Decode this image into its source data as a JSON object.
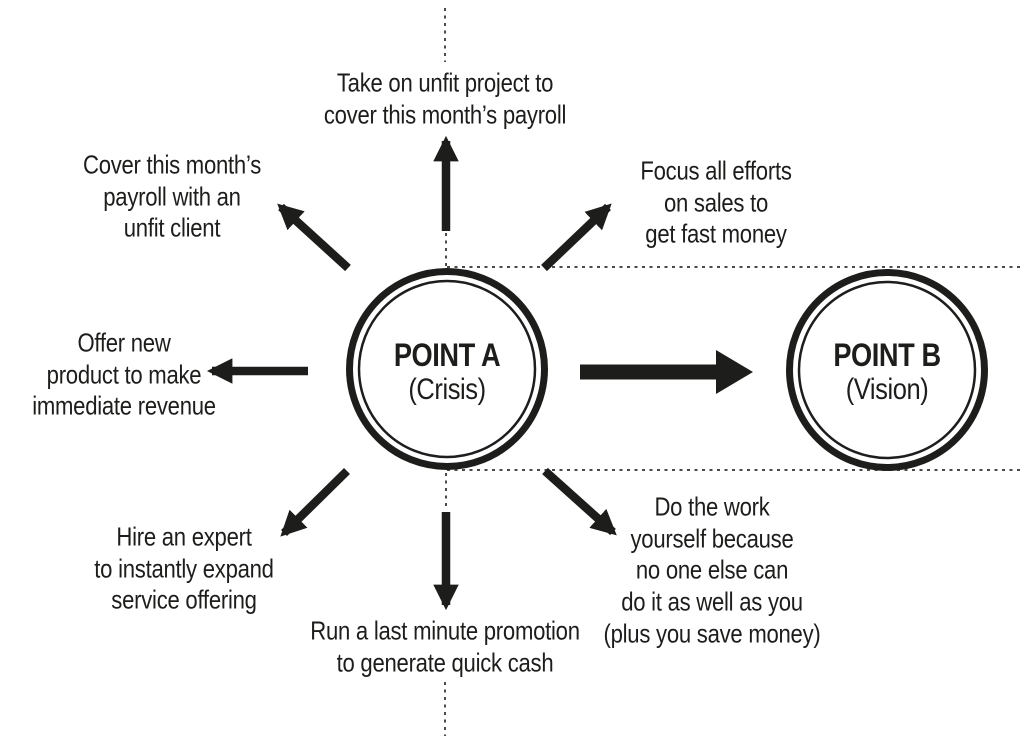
{
  "diagram": {
    "title_implicit": "Point A (Crisis) to Point B (Vision) distraction diagram",
    "colors": {
      "ink": "#1d1d1b",
      "dotted_line": "#4a4a4a",
      "background": "#ffffff"
    },
    "point_a": {
      "title": "POINT A",
      "subtitle": "(Crisis)"
    },
    "point_b": {
      "title": "POINT B",
      "subtitle": "(Vision)"
    },
    "labels": {
      "top": "Take on unfit project to\ncover this month’s payroll",
      "upper_left": "Cover this month’s\npayroll with an\nunfit client",
      "upper_right": "Focus all efforts\non sales to\nget fast money",
      "left": "Offer new\nproduct to make\nimmediate revenue",
      "lower_left": "Hire an expert\nto instantly expand\nservice offering",
      "bottom": "Run a last minute promotion\nto generate quick cash",
      "lower_right": "Do the work\nyourself because\nno one else can\ndo it as well as you\n(plus you save money)"
    }
  }
}
